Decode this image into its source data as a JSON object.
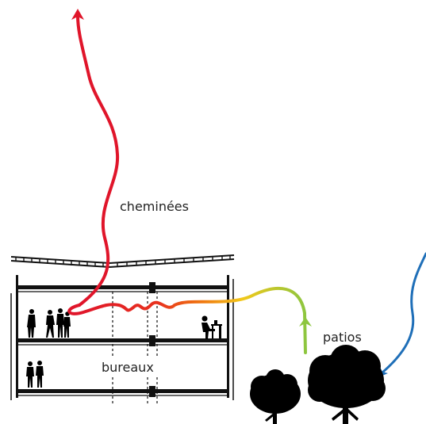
{
  "labels": {
    "chimneys": "cheminées",
    "offices": "bureaux",
    "patios": "patios"
  },
  "colors": {
    "structure": "#111111",
    "hot": "#e0152a",
    "warm": "#f07a10",
    "mild": "#f2c81a",
    "cool": "#8dc63f",
    "inflow": "#1f6fb8"
  },
  "icons": {
    "people": "standing-people-icons",
    "worker": "desk-worker-icon",
    "trees": "tree-icons"
  }
}
